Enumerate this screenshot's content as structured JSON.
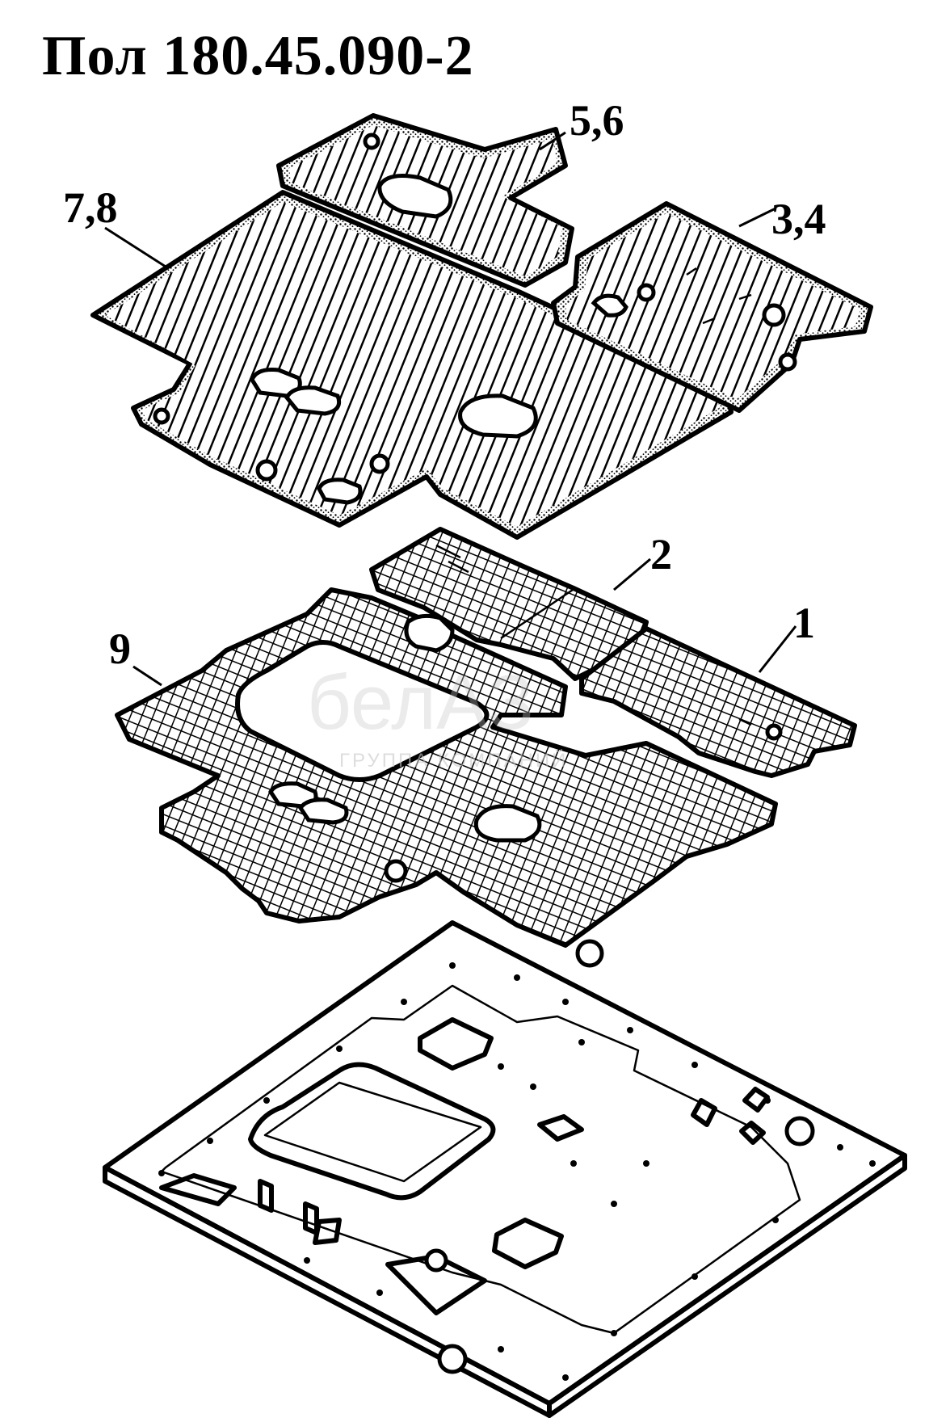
{
  "title": "Пол 180.45.090-2",
  "callouts": {
    "c56": "5,6",
    "c78": "7,8",
    "c34": "3,4",
    "c2": "2",
    "c1": "1",
    "c9": "9"
  },
  "watermark": {
    "brand": "белАЗ",
    "subtitle": "ГРУППА КОМПАНИЙ"
  },
  "colors": {
    "ink": "#000000",
    "paper": "#ffffff",
    "watermark": "#c8c8c8"
  }
}
